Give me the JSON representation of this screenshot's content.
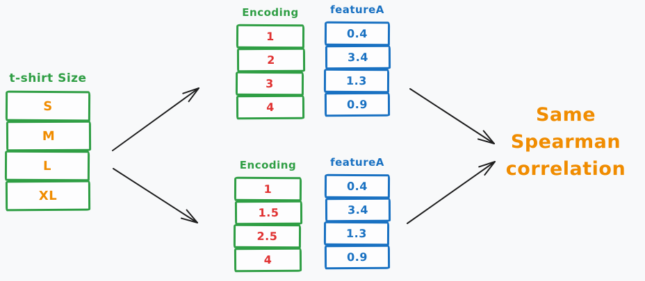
{
  "colors": {
    "green": "#2f9e44",
    "red": "#e03131",
    "blue": "#1971c2",
    "orange": "#f08c00",
    "arrow": "#1e1e1e",
    "background": "#f8f9fa"
  },
  "left_table": {
    "title": "t-shirt Size",
    "rows": [
      "S",
      "M",
      "L",
      "XL"
    ]
  },
  "top_encoding_table": {
    "title": "Encoding",
    "rows": [
      "1",
      "2",
      "3",
      "4"
    ]
  },
  "top_feature_table": {
    "title": "featureA",
    "rows": [
      "0.4",
      "3.4",
      "1.3",
      "0.9"
    ]
  },
  "bottom_encoding_table": {
    "title": "Encoding",
    "rows": [
      "1",
      "1.5",
      "2.5",
      "4"
    ]
  },
  "bottom_feature_table": {
    "title": "featureA",
    "rows": [
      "0.4",
      "3.4",
      "1.3",
      "0.9"
    ]
  },
  "conclusion": {
    "lines": [
      "Same",
      "Spearman",
      "correlation"
    ]
  }
}
